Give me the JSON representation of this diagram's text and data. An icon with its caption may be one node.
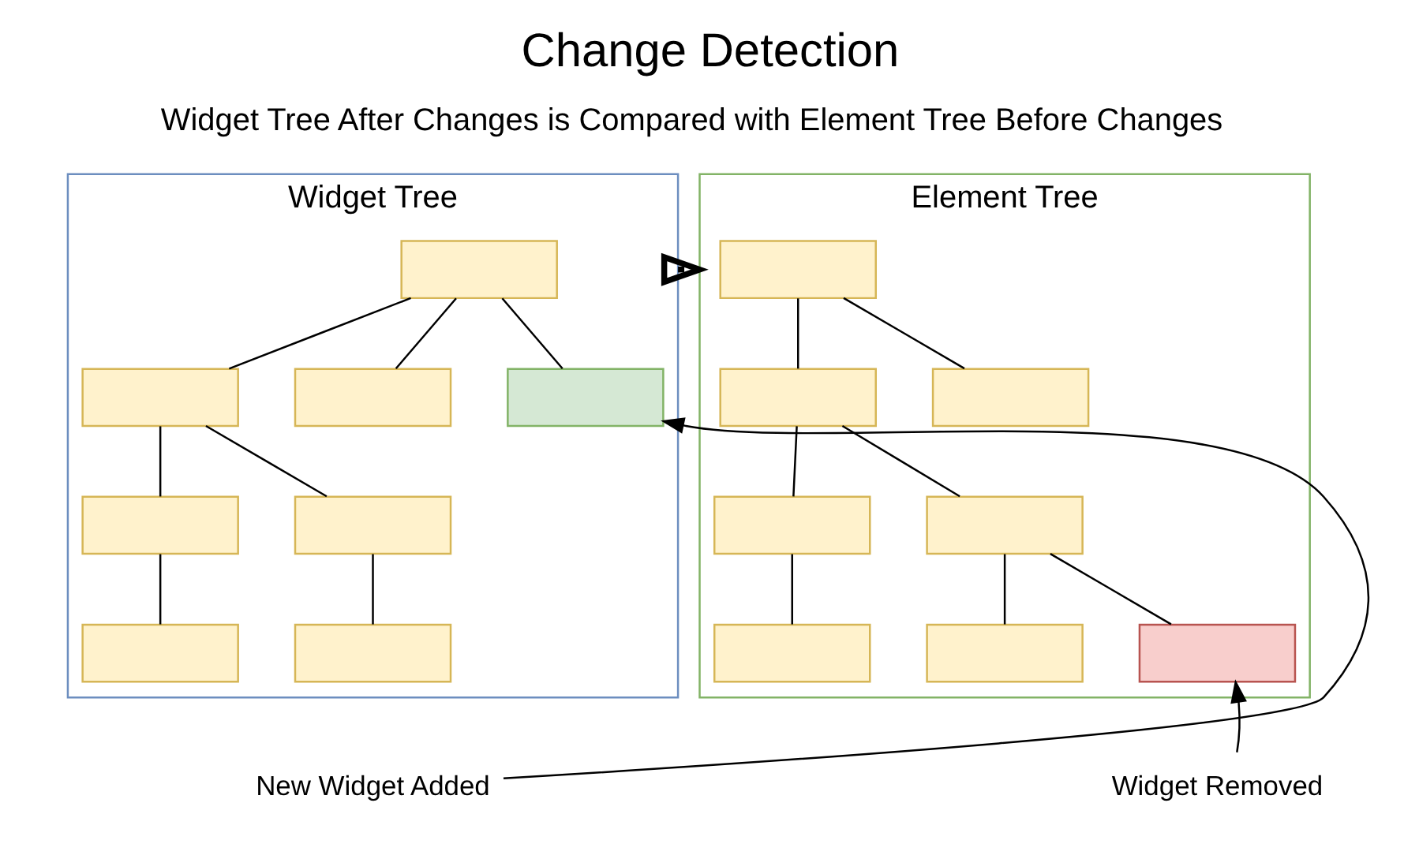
{
  "diagram": {
    "title": "Change Detection",
    "nodes": [
      {
        "text": [
          "Widget Tree"
        ]
      },
      {
        "text": [],
        "shape": "box",
        "in": 0
      },
      {
        "text": [],
        "shape": "box",
        "in": 0
      },
      {
        "text": [],
        "shape": "box",
        "in": 0
      },
      {
        "text": [],
        "shape": "box",
        "in": 0
      },
      {
        "text": [],
        "shape": "box",
        "in": 0
      },
      {
        "text": [],
        "shape": "box",
        "in": 0
      },
      {
        "text": [],
        "shape": "box",
        "in": 0
      },
      {
        "text": [],
        "shape": "box",
        "in": 0
      },
      {
        "text": [
          "Element Tree"
        ]
      },
      {
        "text": [],
        "shape": "box",
        "in": 9
      },
      {
        "text": [],
        "shape": "box",
        "in": 9
      },
      {
        "text": [],
        "shape": "box",
        "in": 9
      },
      {
        "text": [],
        "shape": "box",
        "in": 9
      },
      {
        "text": [],
        "shape": "box",
        "in": 9
      },
      {
        "text": [],
        "shape": "box",
        "in": 9
      },
      {
        "text": [],
        "shape": "box",
        "in": 9
      },
      {
        "text": [],
        "shape": "box",
        "in": 9
      },
      {
        "text": [
          "New Widget Added"
        ]
      },
      {
        "text": [
          "Widget Removed"
        ]
      }
    ],
    "edges": [
      {
        "from": 1,
        "to": 2,
        "arrow": "none"
      },
      {
        "from": 1,
        "to": 3,
        "arrow": "none"
      },
      {
        "from": 1,
        "to": 4,
        "arrow": "none"
      },
      {
        "from": 2,
        "to": 5,
        "arrow": "none"
      },
      {
        "from": 2,
        "to": 6,
        "arrow": "none"
      },
      {
        "from": 5,
        "to": 7,
        "arrow": "none"
      },
      {
        "from": 6,
        "to": 8,
        "arrow": "none"
      },
      {
        "from": 10,
        "to": 11,
        "arrow": "none"
      },
      {
        "from": 10,
        "to": 12,
        "arrow": "none"
      },
      {
        "from": 11,
        "to": 13,
        "arrow": "none"
      },
      {
        "from": 11,
        "to": 14,
        "arrow": "none"
      },
      {
        "from": 13,
        "to": 15,
        "arrow": "none"
      },
      {
        "from": 14,
        "to": 16,
        "arrow": "none"
      },
      {
        "from": 14,
        "to": 17,
        "arrow": "none"
      },
      {
        "from": 0,
        "to": 9,
        "arrow": "to",
        "style": "thick"
      },
      {
        "from": 18,
        "to": 4,
        "arrow": "to"
      },
      {
        "from": 19,
        "to": 17,
        "arrow": "to"
      }
    ],
    "labels": [
      "Widget Tree After Changes is Compared with Element Tree Before Changes"
    ]
  }
}
